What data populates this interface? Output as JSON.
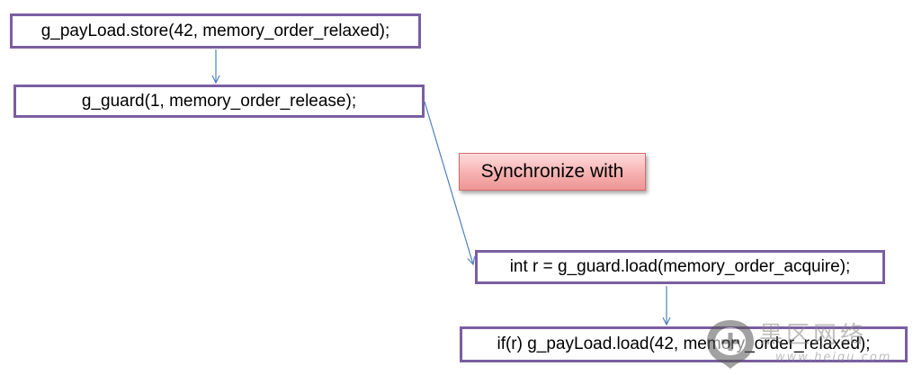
{
  "diagram": {
    "nodes": {
      "store_payload": "g_payLoad.store(42,  memory_order_relaxed);",
      "guard_release": "g_guard(1,  memory_order_release);",
      "load_acquire": "int r = g_guard.load(memory_order_acquire);",
      "load_payload": "if(r)  g_payLoad.load(42,  memory_order_relaxed);"
    },
    "relation_label": "Synchronize with",
    "colors": {
      "box_border": "#7a5ea1",
      "arrow": "#4f81bd",
      "label_fill": "#f6b0b0"
    }
  },
  "watermark": {
    "title": "黑区网络",
    "url": "www.heiqu.com"
  }
}
